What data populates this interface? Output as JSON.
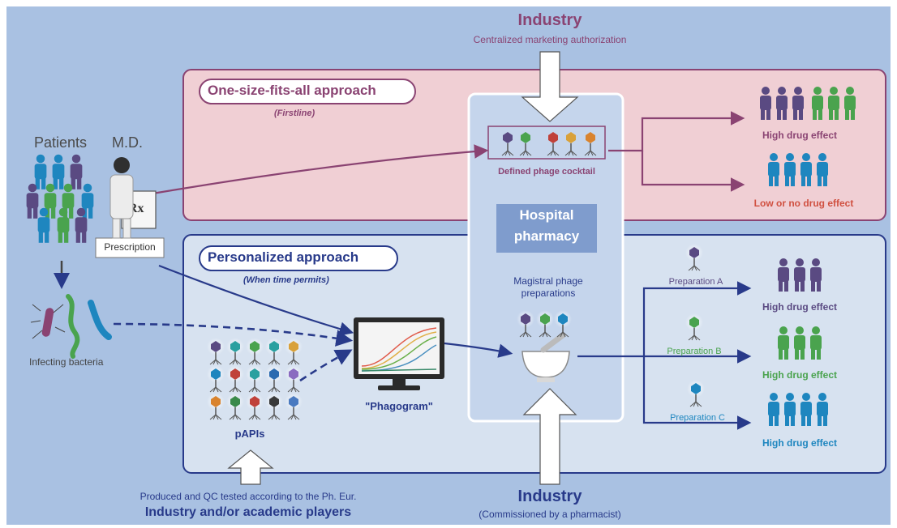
{
  "top_industry": {
    "title": "Industry",
    "subtitle": "Centralized marketing authorization"
  },
  "bottom_industry": {
    "title": "Industry",
    "subtitle": "(Commissioned by a pharmacist)"
  },
  "academic": {
    "line1": "Produced and QC tested according to the Ph. Eur.",
    "line2": "Industry and/or academic players"
  },
  "left": {
    "patients": "Patients",
    "md": "M.D.",
    "prescription": "Prescription",
    "bacteria": "Infecting bacteria"
  },
  "one_size": {
    "title": "One-size-fits-all approach",
    "subtitle": "(Firstline)",
    "cocktail": "Defined phage cocktail",
    "high": "High drug effect",
    "low": "Low or no drug effect"
  },
  "hospital": {
    "line1": "Hospital",
    "line2": "pharmacy"
  },
  "personalized": {
    "title": "Personalized approach",
    "subtitle": "(When time permits)",
    "magistral": "Magistral phage preparations",
    "phagogram": "\"Phagogram\"",
    "papis": "pAPIs"
  },
  "preparations": [
    {
      "label": "Preparation A",
      "effect": "High drug effect",
      "color": "#5a4a82"
    },
    {
      "label": "Preparation B",
      "effect": "High drug effect",
      "color": "#4aa34e"
    },
    {
      "label": "Preparation C",
      "effect": "High drug effect",
      "color": "#1e86bf"
    }
  ],
  "colors": {
    "background": "#a9c1e2",
    "top_panel": "#f0cfd4",
    "bottom_panel": "#d7e2f0",
    "purple": "#8a4372",
    "navy": "#283a8a",
    "red_text": "#d05040",
    "purple_person": "#5a4a82",
    "green_person": "#4aa34e",
    "blue_person": "#1e86bf"
  }
}
